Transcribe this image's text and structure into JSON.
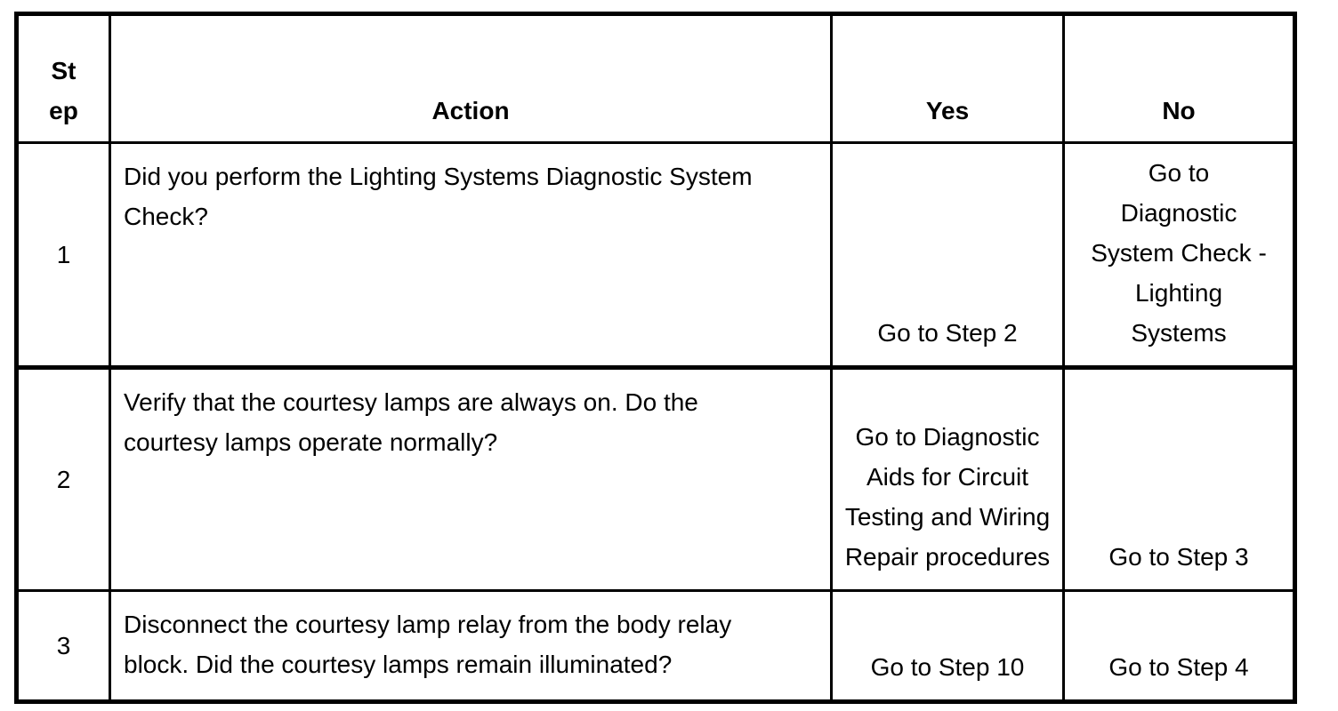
{
  "page": {
    "background_color": "#ffffff",
    "text_color": "#000000",
    "border_color": "#000000"
  },
  "table": {
    "headers": {
      "step": "St ep",
      "action": "Action",
      "yes": "Yes",
      "no": "No"
    },
    "rows": [
      {
        "step": "1",
        "action": "Did you perform the Lighting Systems Diagnostic System Check?",
        "yes": "Go to Step 2",
        "no": "Go to Diagnostic System Check - Lighting Systems"
      },
      {
        "step": "2",
        "action": "Verify that the courtesy lamps are always on. Do the courtesy lamps operate normally?",
        "yes": "Go to Diagnostic Aids for Circuit Testing and Wiring Repair procedures",
        "no": "Go to Step 3"
      },
      {
        "step": "3",
        "action": "Disconnect the courtesy lamp relay from the body relay block. Did the courtesy lamps remain illuminated?",
        "yes": "Go to Step 10",
        "no": "Go to Step 4"
      }
    ]
  }
}
